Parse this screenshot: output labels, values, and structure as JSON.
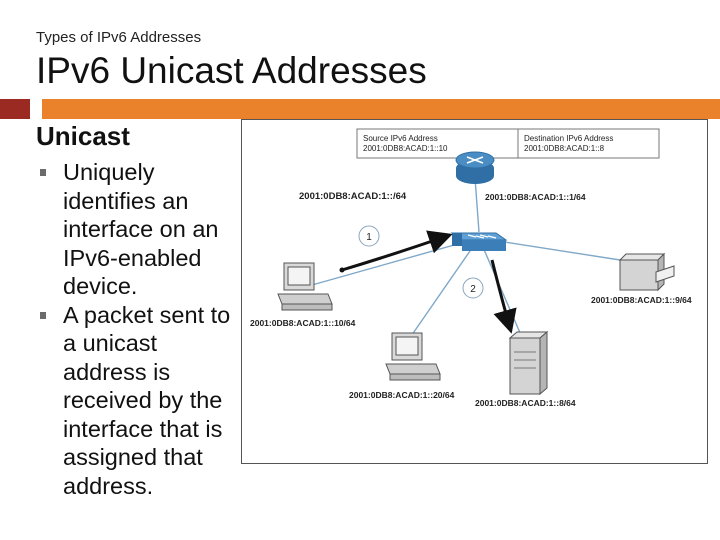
{
  "slide": {
    "kicker": "Types of IPv6 Addresses",
    "title": "IPv6 Unicast Addresses",
    "heading": "Unicast",
    "bullets": [
      "Uniquely identifies an interface on an IPv6-enabled device.",
      "A packet sent to a unicast address is received by the interface that is assigned that address."
    ]
  },
  "diagram": {
    "header": {
      "source_label": "Source IPv6 Address",
      "source_value": "2001:0DB8:ACAD:1::10",
      "dest_label": "Destination IPv6 Address",
      "dest_value": "2001:0DB8:ACAD:1::8"
    },
    "labels": {
      "router_left": "2001:0DB8:ACAD:1::/64",
      "router_right": "2001:0DB8:ACAD:1::1/64",
      "pc_left": "2001:0DB8:ACAD:1::10/64",
      "pc_bottom": "2001:0DB8:ACAD:1::20/64",
      "server": "2001:0DB8:ACAD:1::8/64",
      "printer": "2001:0DB8:ACAD:1::9/64",
      "step1": "1",
      "step2": "2"
    }
  }
}
